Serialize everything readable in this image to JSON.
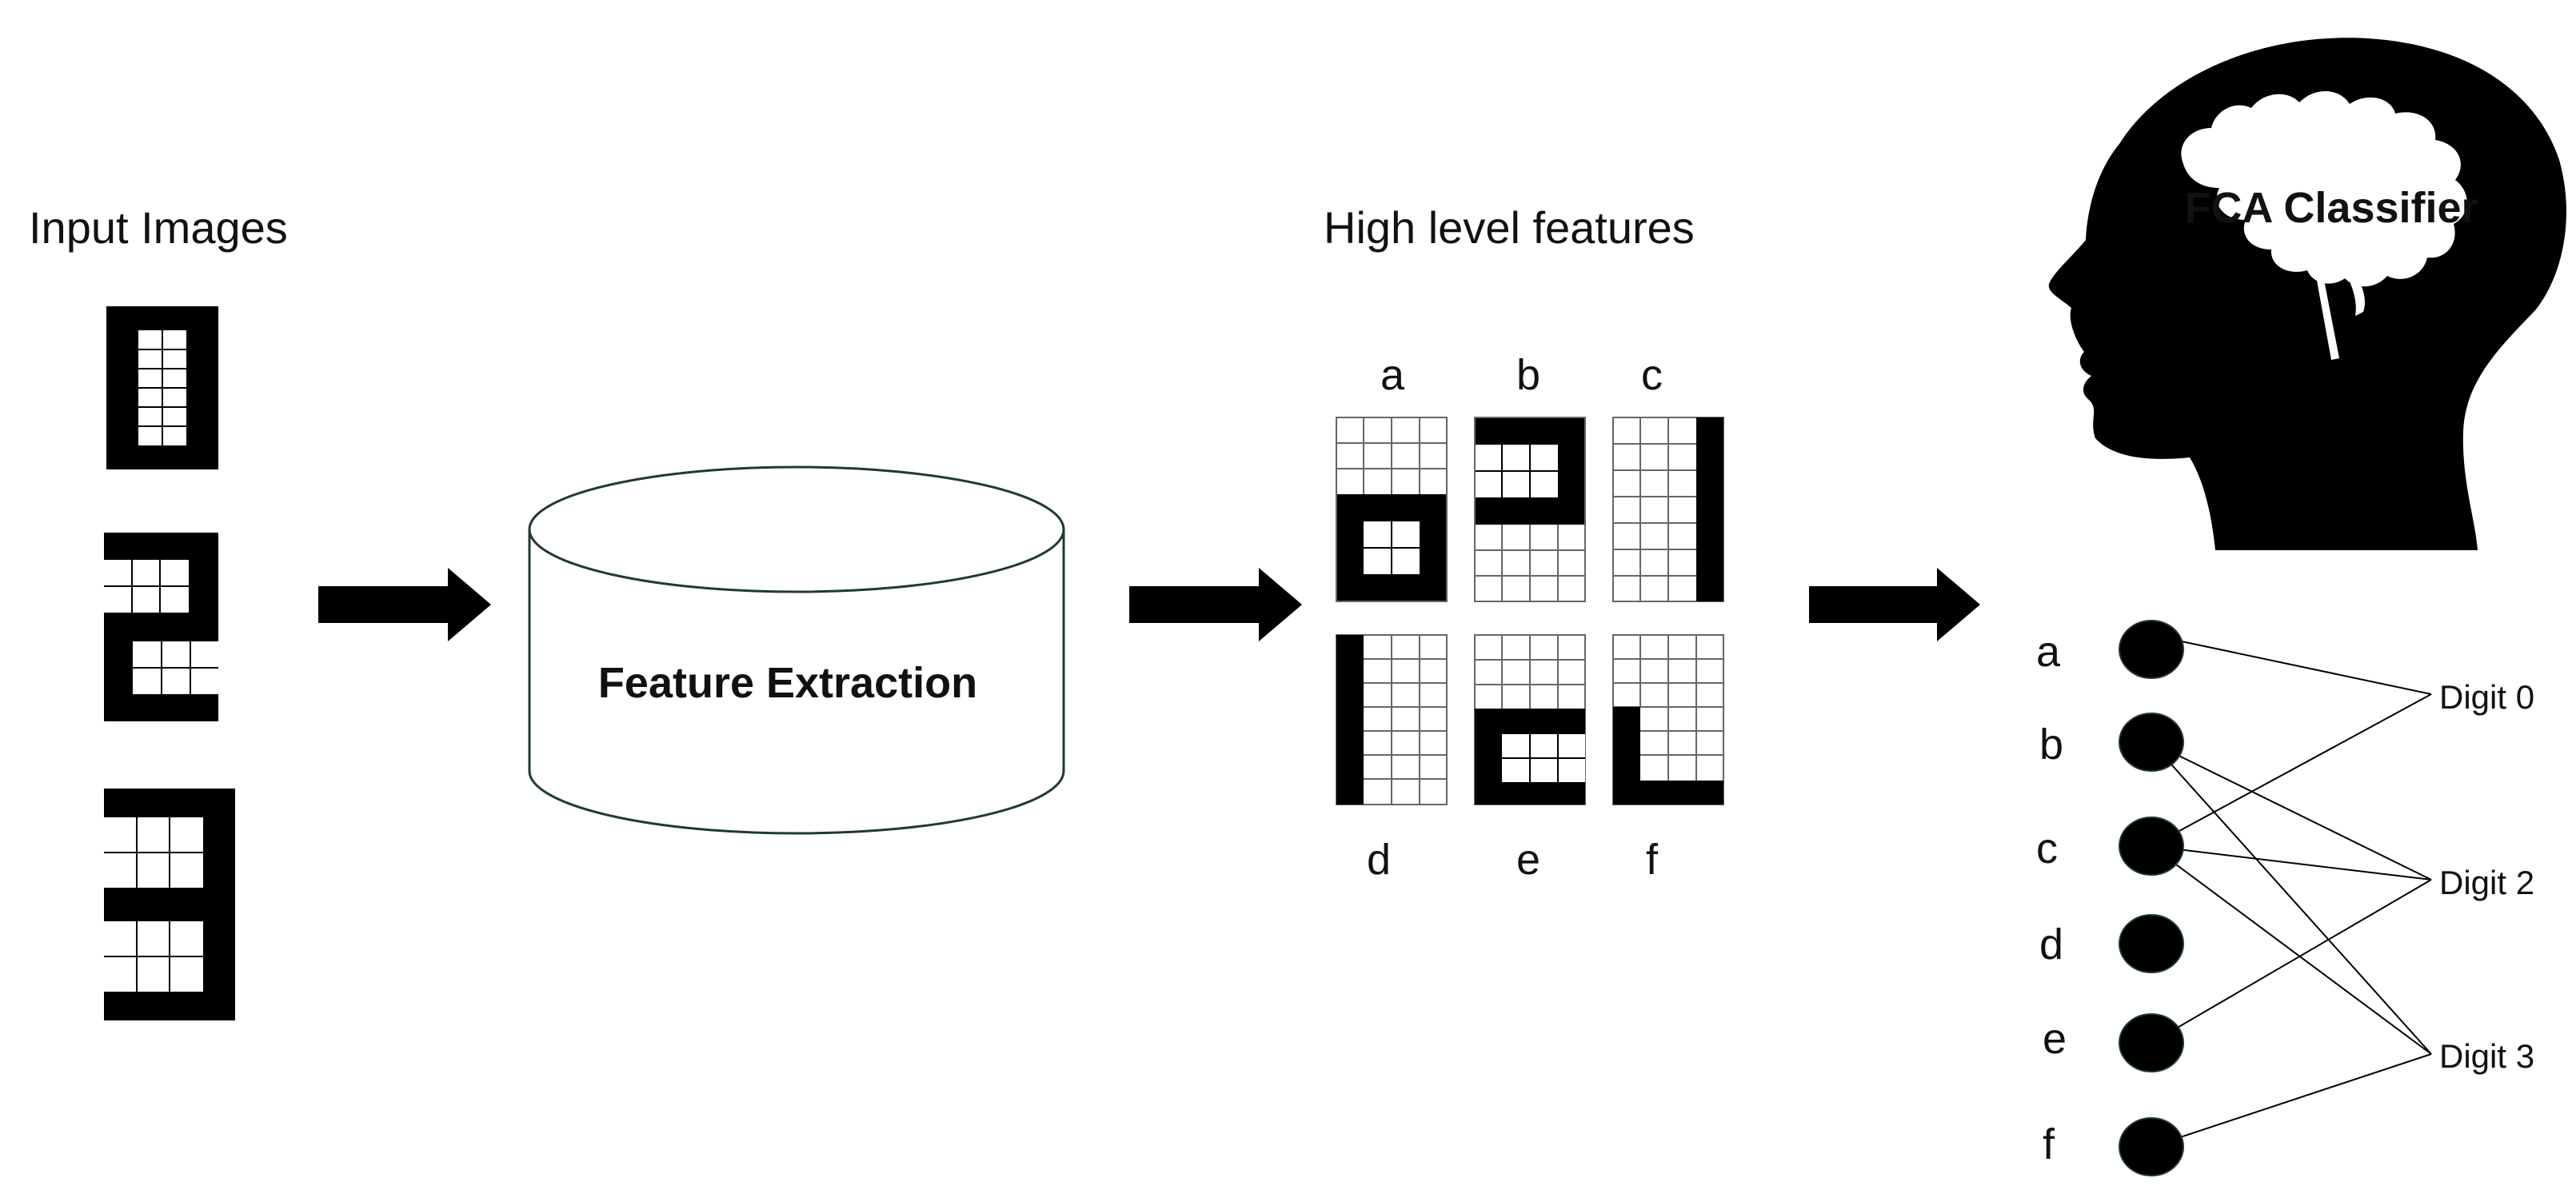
{
  "titles": {
    "input": "Input Images",
    "features": "High level features",
    "extraction": "Feature Extraction",
    "classifier": "FCA Classifier"
  },
  "features": {
    "top": [
      "a",
      "b",
      "c"
    ],
    "bottom": [
      "d",
      "e",
      "f"
    ]
  },
  "nodes": [
    "a",
    "b",
    "c",
    "d",
    "e",
    "f"
  ],
  "digits": [
    "Digit  0",
    "Digit  2",
    "Digit  3"
  ],
  "connections": [
    {
      "node": "a",
      "digit": "Digit  0"
    },
    {
      "node": "c",
      "digit": "Digit  0"
    },
    {
      "node": "b",
      "digit": "Digit  2"
    },
    {
      "node": "c",
      "digit": "Digit  2"
    },
    {
      "node": "e",
      "digit": "Digit  2"
    },
    {
      "node": "b",
      "digit": "Digit  3"
    },
    {
      "node": "c",
      "digit": "Digit  3"
    },
    {
      "node": "f",
      "digit": "Digit  3"
    }
  ],
  "icons": {
    "arrow": "right-arrow-icon",
    "database": "cylinder-icon",
    "head": "head-brain-icon"
  }
}
